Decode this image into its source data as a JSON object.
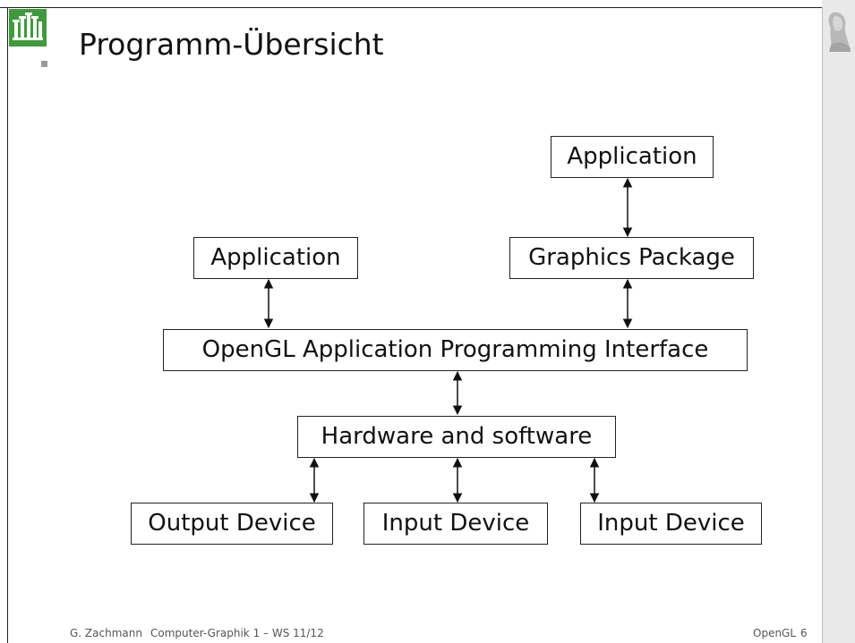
{
  "slide": {
    "title": "Programm-Übersicht"
  },
  "diagram": {
    "boxes": {
      "application_top": "Application",
      "graphics_package": "Graphics Package",
      "application_left": "Application",
      "opengl_api": "OpenGL Application Programming Interface",
      "hardware_software": "Hardware and software",
      "output_device": "Output Device",
      "input_device_1": "Input Device",
      "input_device_2": "Input Device"
    }
  },
  "footer": {
    "author": "G. Zachmann",
    "course": "Computer-Graphik 1 – WS 11/12",
    "topic": "OpenGL",
    "page": "6"
  },
  "colors": {
    "logo_green": "#3e9a3b",
    "sidebar": "#e9e9e9"
  }
}
